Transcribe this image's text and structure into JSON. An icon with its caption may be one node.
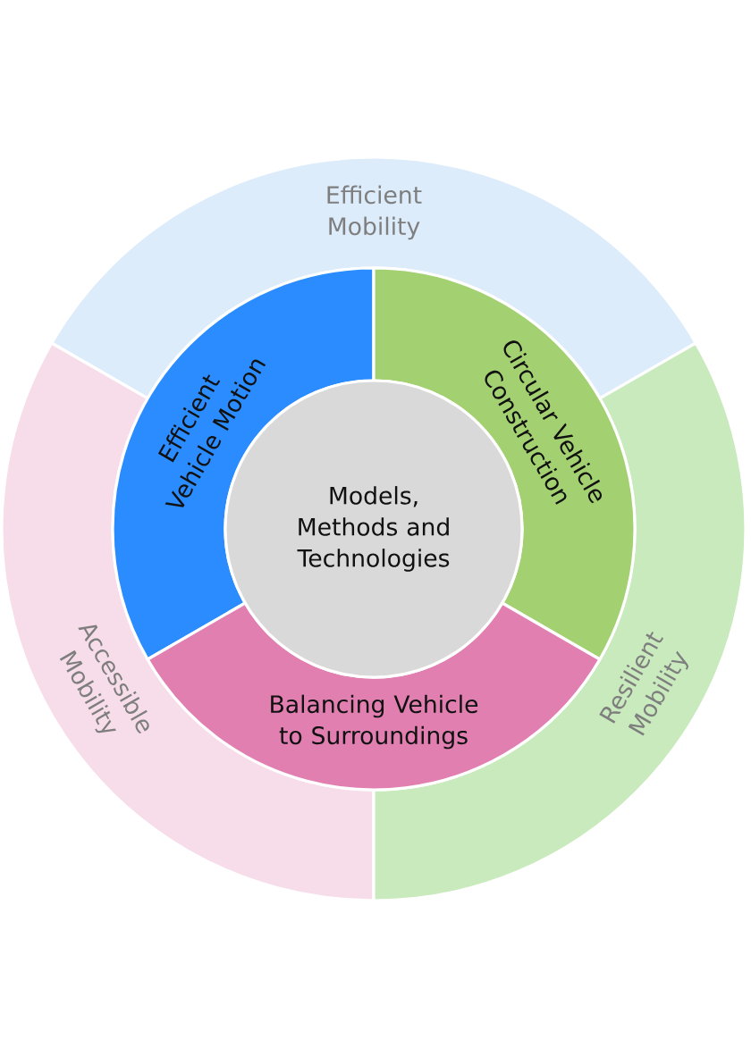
{
  "diagram": {
    "nodes": [
      {
        "text": [
          "Efficient Mobility"
        ]
      },
      {
        "text": [
          "Accessible Mobility"
        ]
      },
      {
        "text": [
          "Resilient Mobility"
        ]
      },
      {
        "text": [
          "Efficient Vehicle Motion"
        ]
      },
      {
        "text": [
          "Circular Vehicle Construction"
        ]
      },
      {
        "text": [
          "Balancing Vehicle to Surroundings"
        ]
      },
      {
        "text": [
          "Models, Methods and Technologies"
        ]
      }
    ]
  }
}
